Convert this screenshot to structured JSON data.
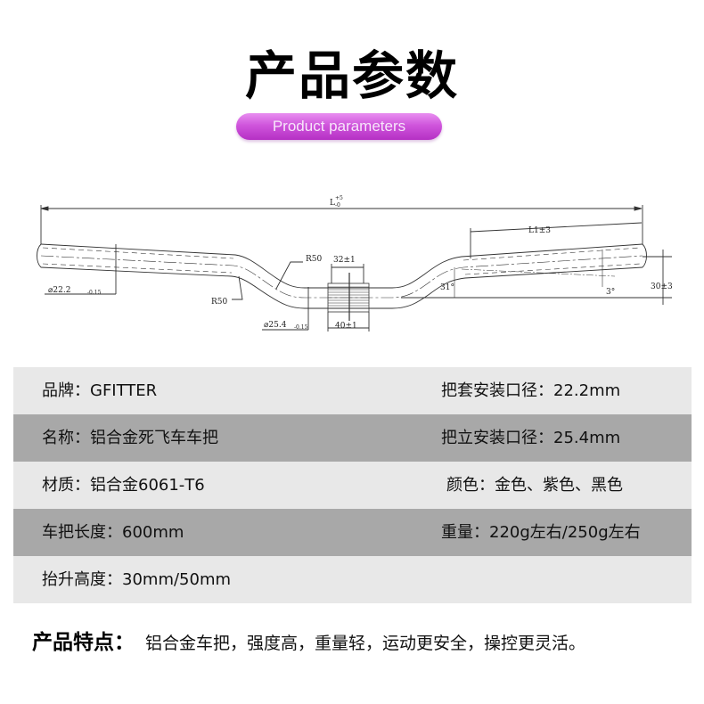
{
  "header": {
    "title": "产品参数",
    "subtitle_pill": "Product parameters",
    "pill_color": "#cf55dc"
  },
  "drawing": {
    "labels": {
      "overall_length": "L",
      "overall_tol_plus": "+5",
      "overall_tol_minus": "-0",
      "grip_length": "L1±3",
      "bend_radius_left": "R50",
      "bend_radius_center": "R50",
      "clamp_knurl_width": "32±1",
      "clamp_width": "40±1",
      "grip_diameter": "⌀22.2",
      "grip_tol": "-0.15",
      "clamp_diameter": "⌀25.4",
      "clamp_tol": "-0.15",
      "rise_angle": "31°",
      "back_sweep": "3°",
      "rise": "30±3"
    }
  },
  "specs": {
    "rows": [
      {
        "left": "品牌：GFITTER",
        "right": "把套安装口径：22.2mm",
        "shade": "light"
      },
      {
        "left": "名称：铝合金死飞车车把",
        "right": "把立安装口径：25.4mm",
        "shade": "dark"
      },
      {
        "left": "材质：铝合金6061-T6",
        "right": "颜色：金色、紫色、黑色",
        "shade": "light"
      },
      {
        "left": "车把长度：600mm",
        "right": "重量：220g左右/250g左右",
        "shade": "dark"
      },
      {
        "left": "抬升高度：30mm/50mm",
        "right": "",
        "shade": "light"
      }
    ],
    "colors": {
      "light": "#e8e8e8",
      "dark": "#a8a8a8"
    }
  },
  "features": {
    "label": "产品特点：",
    "text": "铝合金车把，强度高，重量轻，运动更安全，操控更灵活。"
  }
}
